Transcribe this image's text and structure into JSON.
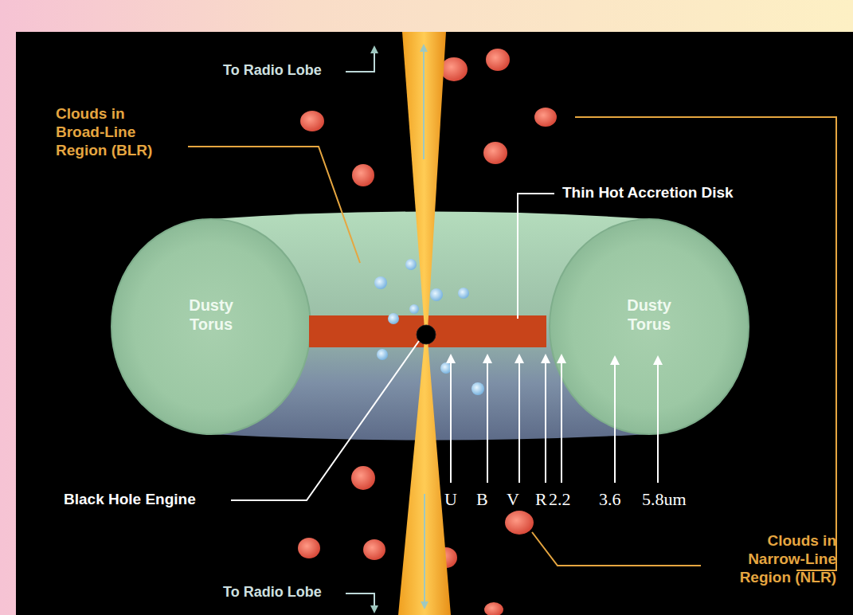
{
  "diagram": {
    "nodes": [
      {
        "text": [
          "Dusty Torus"
        ]
      },
      {
        "text": [
          "Dusty Torus"
        ]
      }
    ],
    "labels": [
      "To Radio Lobe",
      "Clouds in Broad-Line Region (BLR)",
      "Thin Hot Accretion Disk",
      "Black Hole Engine",
      "U",
      "B",
      "V",
      "R",
      "2.2",
      "3.6",
      "5.8um",
      "Clouds in Narrow-Line Region (NLR)",
      "To Radio Lobe"
    ]
  }
}
